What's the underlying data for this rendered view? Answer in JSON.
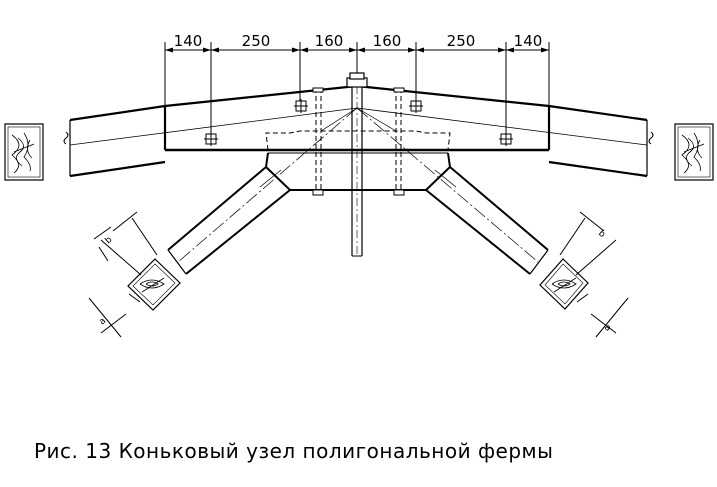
{
  "dimensions": [
    "140",
    "250",
    "160",
    "160",
    "250",
    "140"
  ],
  "bevel_marks": [
    "b",
    "a"
  ],
  "caption": "Рис. 13 Коньковый узел полигональной фермы"
}
